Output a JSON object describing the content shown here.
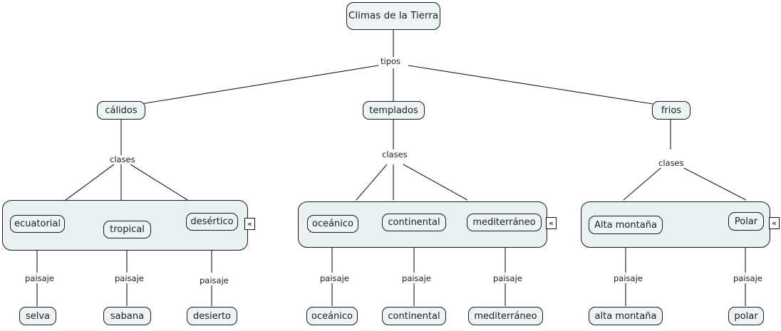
{
  "map": {
    "title": "Climas de la Tierra",
    "root": {
      "label": "Climas de la Tierra"
    },
    "link_labels": {
      "tipos": "tipos",
      "clases": "clases",
      "paisaje": "paisaje"
    },
    "colors": {
      "node_fill": "#edf4f6",
      "group_fill": "#e9f1f3",
      "stroke": "#1a1a1a",
      "text": "#1d1d1d",
      "background": "#ffffff"
    },
    "icons": {
      "collapse": "«",
      "collapse_name": "double-chevron-left-icon"
    },
    "branches": [
      {
        "type": "calidos",
        "label": "cálidos",
        "clases_label": "clases",
        "children": [
          {
            "label": "ecuatorial",
            "paisaje_label": "paisaje",
            "paisaje": "selva"
          },
          {
            "label": "tropical",
            "paisaje_label": "paisaje",
            "paisaje": "sabana"
          },
          {
            "label": "desértico",
            "paisaje_label": "paisaje",
            "paisaje": "desierto"
          }
        ]
      },
      {
        "type": "templados",
        "label": "templados",
        "clases_label": "clases",
        "children": [
          {
            "label": "oceánico",
            "paisaje_label": "paisaje",
            "paisaje": "oceánico"
          },
          {
            "label": "continental",
            "paisaje_label": "paisaje",
            "paisaje": "continental"
          },
          {
            "label": "mediterráneo",
            "paisaje_label": "paisaje",
            "paisaje": "mediterráneo"
          }
        ]
      },
      {
        "type": "frios",
        "label": "frios",
        "clases_label": "clases",
        "children": [
          {
            "label": "Alta montaña",
            "paisaje_label": "paisaje",
            "paisaje": "alta montaña"
          },
          {
            "label": "Polar",
            "paisaje_label": "paisaje",
            "paisaje": "polar"
          }
        ]
      }
    ]
  }
}
